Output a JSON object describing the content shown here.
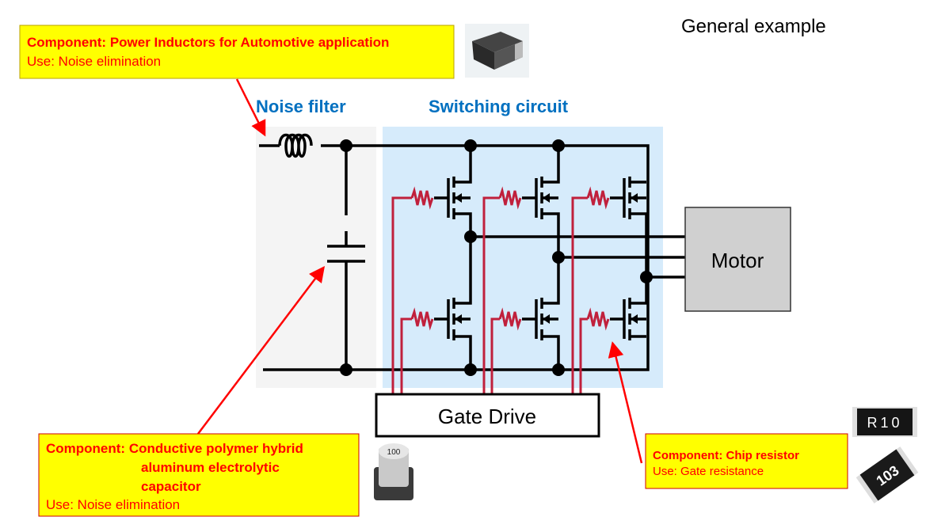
{
  "title": "General example",
  "sections": {
    "noise_filter": "Noise filter",
    "switching_circuit": "Switching circuit"
  },
  "blocks": {
    "motor": "Motor",
    "gate_drive": "Gate Drive"
  },
  "callouts": {
    "inductor": {
      "component": "Component: Power Inductors for Automotive application",
      "use": "Use: Noise elimination"
    },
    "capacitor": {
      "component_line1": "Component: Conductive polymer hybrid",
      "component_line2": "aluminum electrolytic",
      "component_line3": "capacitor",
      "use": "Use: Noise elimination"
    },
    "resistor": {
      "component": "Component: Chip resistor",
      "use": "Use: Gate resistance"
    }
  },
  "product_images": {
    "resistor_label_1": "R10",
    "resistor_label_2": "103",
    "capacitor_label": "100"
  },
  "colors": {
    "callout_fill": "#ffff00",
    "callout_text": "#ff0000",
    "section_title": "#0070c0",
    "switch_panel": "#d6ebfb",
    "filter_panel": "#f4f4f4",
    "gate_wire": "#c0203c"
  }
}
